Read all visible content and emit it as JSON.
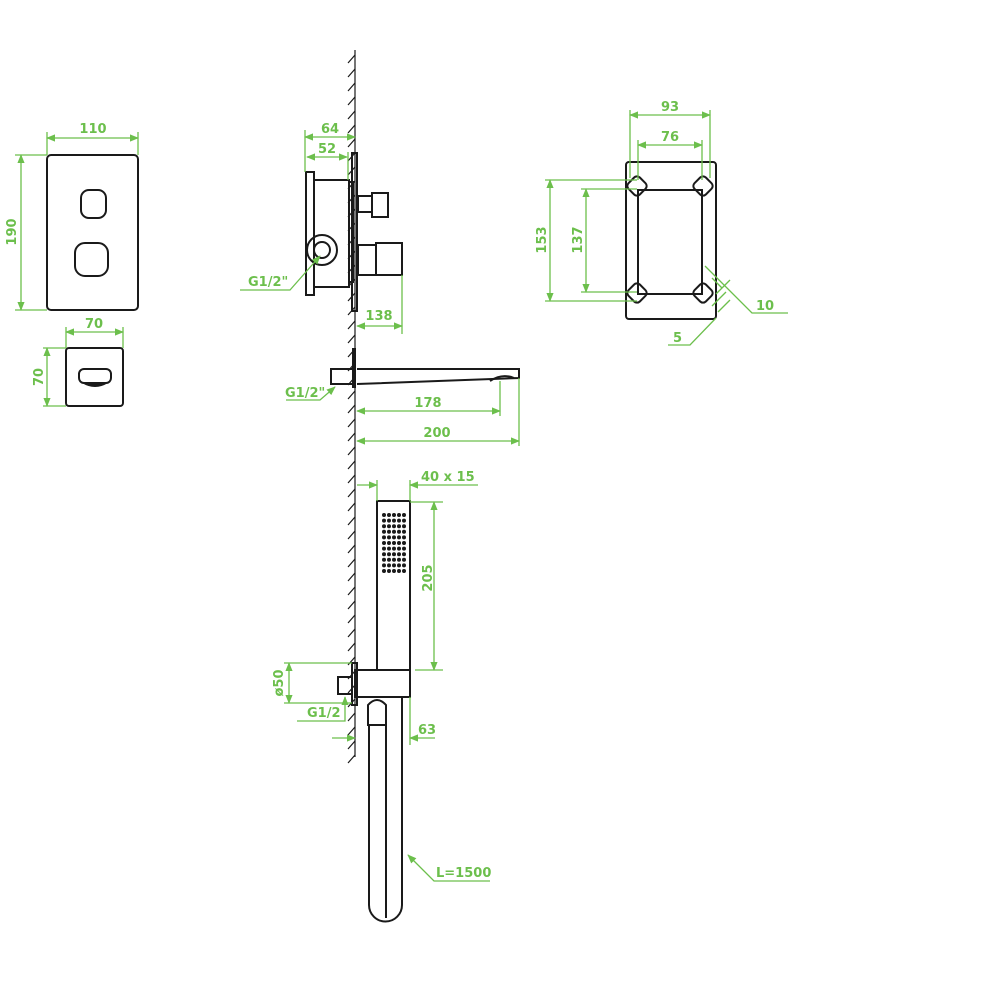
{
  "title": "Concealed shower mixer set with wall spout and hand shower – dimension drawing",
  "colors": {
    "dimension": "#6cbf4c",
    "outline": "#1a1a1a"
  },
  "units": "mm",
  "mixer_plate": {
    "width": "110",
    "height": "190"
  },
  "spout_plate": {
    "width": "70",
    "height": "70"
  },
  "body_side": {
    "depth_outer": "64",
    "depth_inner": "52",
    "protrusion": "138",
    "thread": "G1/2\""
  },
  "spout": {
    "thread": "G1/2\"",
    "reach_outlet": "178",
    "length": "200"
  },
  "hand_shower": {
    "section": "40 x 15",
    "length": "205",
    "bracket_diameter": "ø50",
    "thread": "G1/2",
    "bracket_depth": "63",
    "hose_length": "L=1500"
  },
  "mounting_frame": {
    "outer_width": "93",
    "inner_width": "76",
    "outer_height": "153",
    "inner_height": "137",
    "depth_a": "10",
    "depth_b": "5"
  }
}
